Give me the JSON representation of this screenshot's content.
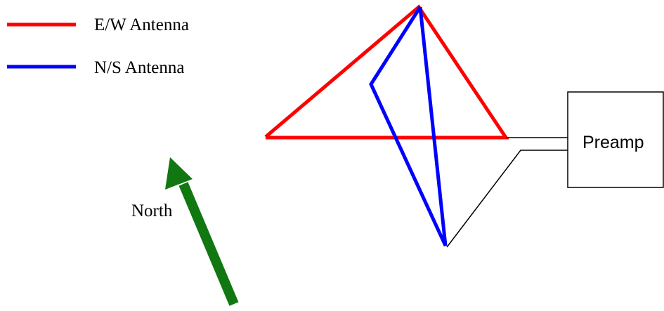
{
  "legend": {
    "items": [
      {
        "label": "E/W Antenna",
        "color": "#ff0000"
      },
      {
        "label": "N/S Antenna",
        "color": "#0000ff"
      }
    ]
  },
  "preamp": {
    "label": "Preamp"
  },
  "north_arrow": {
    "label": "North",
    "color": "#117711"
  },
  "colors": {
    "ew_antenna": "#ff0000",
    "ns_antenna": "#0000ff",
    "wire": "#000000",
    "arrow": "#117711"
  }
}
